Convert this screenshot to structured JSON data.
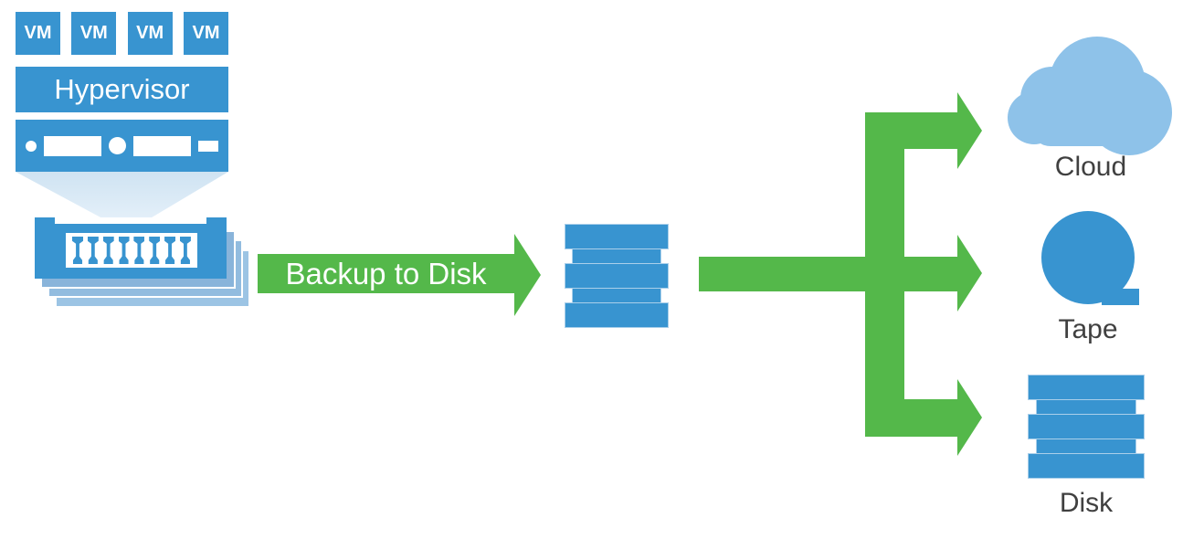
{
  "colors": {
    "blue": "#3894D0",
    "cloud_blue": "#8EC2E9",
    "stack_layer_blue": "#92BCDF",
    "funnel_blue": "#D9E8F4",
    "green": "#54B84A",
    "label_gray": "#404040"
  },
  "source": {
    "vms": [
      "VM",
      "VM",
      "VM",
      "VM"
    ],
    "hypervisor_label": "Hypervisor",
    "host_icon": "server-front-icon",
    "appliance_icon": "backup-server-stack-icon"
  },
  "flow": {
    "backup_arrow_label": "Backup to Disk",
    "repository_icon": "disk-stack-icon",
    "distribution_icon": "three-way-branch-arrow"
  },
  "targets": [
    {
      "label": "Cloud",
      "icon": "cloud-icon"
    },
    {
      "label": "Tape",
      "icon": "tape-icon"
    },
    {
      "label": "Disk",
      "icon": "disk-stack-icon"
    }
  ]
}
